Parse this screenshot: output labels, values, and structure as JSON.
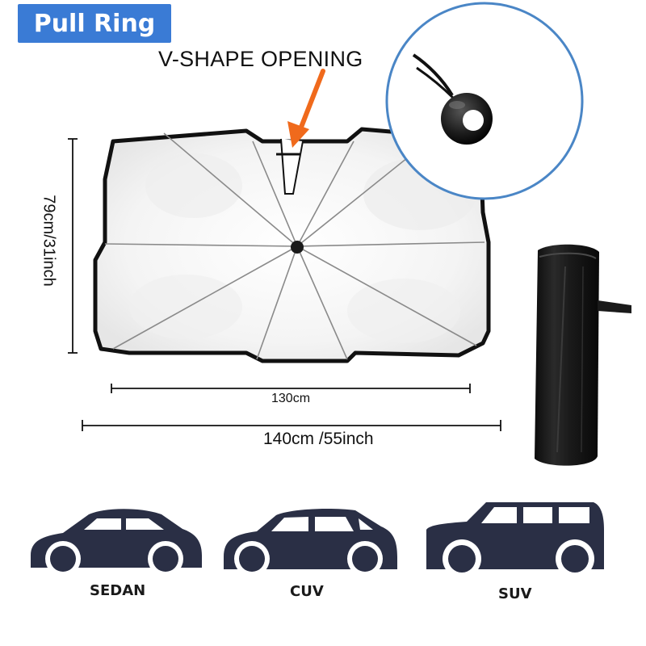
{
  "badge": {
    "label": "Pull Ring"
  },
  "callout": {
    "label": "V-SHAPE OPENING"
  },
  "dimensions": {
    "height_label": "79cm/31inch",
    "inner_width_label": "130cm",
    "outer_width_label": "140cm /55inch"
  },
  "vehicles": [
    {
      "label": "SEDAN",
      "icon": "sedan-silhouette-icon"
    },
    {
      "label": "CUV",
      "icon": "cuv-silhouette-icon"
    },
    {
      "label": "SUV",
      "icon": "suv-silhouette-icon"
    }
  ],
  "colors": {
    "badge": "#3a7bd5",
    "arrow": "#f06a1c",
    "circle_outline": "#4a86c6",
    "vehicle": "#2a2f45",
    "bag": "#141414"
  }
}
